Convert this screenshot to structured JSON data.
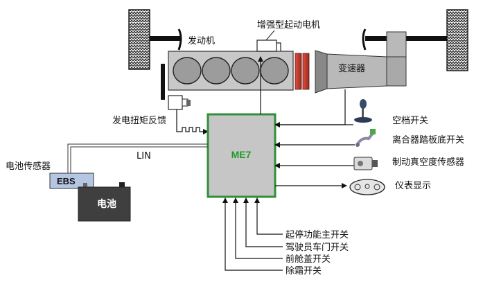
{
  "components": {
    "engine": "发动机",
    "starter_motor": "增强型起动电机",
    "transmission": "变速器",
    "generator_torque_feedback": "发电扭矩反馈",
    "controller": "ME7",
    "lin": "LIN",
    "battery_sensor": "电池传感器",
    "ebs": "EBS",
    "battery": "电池"
  },
  "right_inputs": [
    {
      "label": "空档开关",
      "icon": "gear-lever-icon"
    },
    {
      "label": "离合器踏板底开关",
      "icon": "clutch-switch-icon"
    },
    {
      "label": "制动真空度传感器",
      "icon": "vacuum-sensor-icon"
    }
  ],
  "right_outputs": [
    {
      "label": "仪表显示",
      "icon": "instrument-cluster-icon"
    }
  ],
  "bottom_inputs": [
    {
      "label": "起停功能主开关"
    },
    {
      "label": "驾驶员车门开关"
    },
    {
      "label": "前舱盖开关"
    },
    {
      "label": "除霜开关"
    }
  ],
  "colors": {
    "controller_border": "#2f8f3a",
    "controller_fill": "#c6c6c6",
    "controller_text": "#1f9a2a",
    "starter_ring": "#c0392b",
    "battery_fill": "#3f3f3f",
    "ebs_fill": "#b5c6e3"
  }
}
